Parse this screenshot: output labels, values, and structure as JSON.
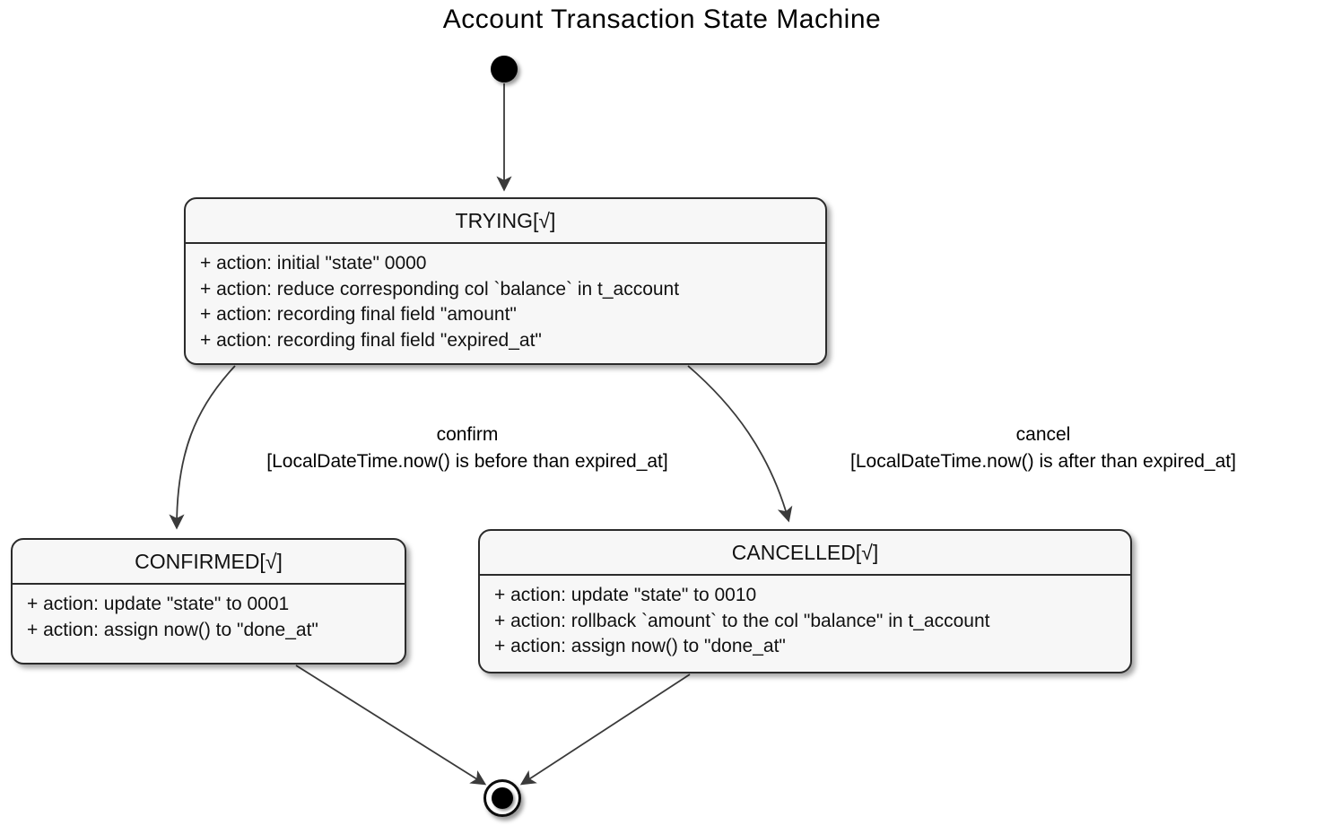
{
  "diagram": {
    "title": "Account Transaction State Machine",
    "states": {
      "trying": {
        "name": "TRYING[√]",
        "actions": [
          "+ action: initial \"state\" 0000",
          "+ action: reduce corresponding col `balance` in t_account",
          "+ action: recording final field \"amount\"",
          "+ action: recording final field \"expired_at\""
        ]
      },
      "confirmed": {
        "name": "CONFIRMED[√]",
        "actions": [
          "+ action: update \"state\" to 0001",
          "+ action: assign now() to \"done_at\""
        ]
      },
      "cancelled": {
        "name": "CANCELLED[√]",
        "actions": [
          "+ action: update \"state\" to 0010",
          "+ action: rollback `amount` to the col \"balance\" in t_account",
          "+ action: assign now() to \"done_at\""
        ]
      }
    },
    "transitions": {
      "confirm": {
        "event": "confirm",
        "guard": "[LocalDateTime.now() is before than expired_at]"
      },
      "cancel": {
        "event": "cancel",
        "guard": "[LocalDateTime.now() is after than expired_at]"
      }
    },
    "colors": {
      "background": "#ffffff",
      "state_fill": "#f7f7f7",
      "state_border": "#2b2b2b",
      "edge_stroke": "#3a3a3a",
      "text": "#111111"
    }
  }
}
